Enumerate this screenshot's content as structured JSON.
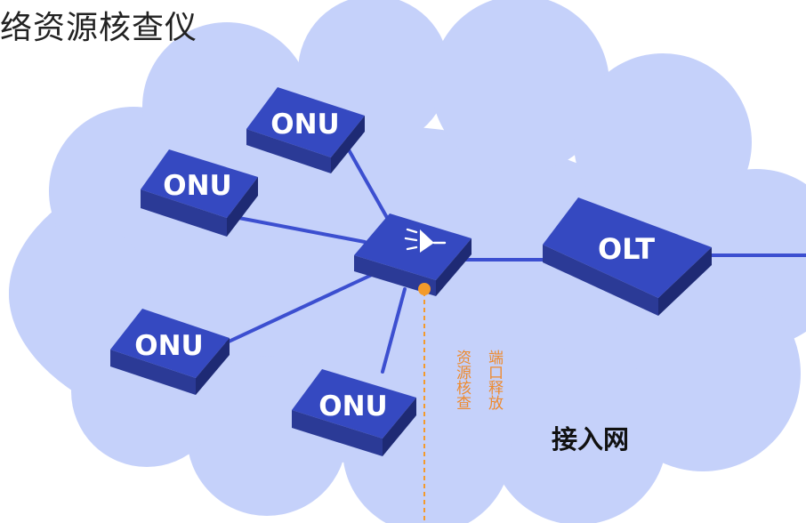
{
  "title": "络资源核查仪",
  "devices": {
    "onu_label": "ONU",
    "olt_label": "OLT"
  },
  "annotations": {
    "port_release": "端口释放",
    "resource_check": "资源核查"
  },
  "network_label": "接入网",
  "colors": {
    "cloud": "#c5d1fa",
    "device_top": "#3549c1",
    "device_front": "#2b3a96",
    "device_side": "#1e2a74",
    "links": "#3c4fd0",
    "probe": "#f39a2b",
    "annotation_text": "#ee8a2e"
  },
  "icons": {
    "splitter": "splitter-icon",
    "probe_point": "probe-point-icon"
  }
}
